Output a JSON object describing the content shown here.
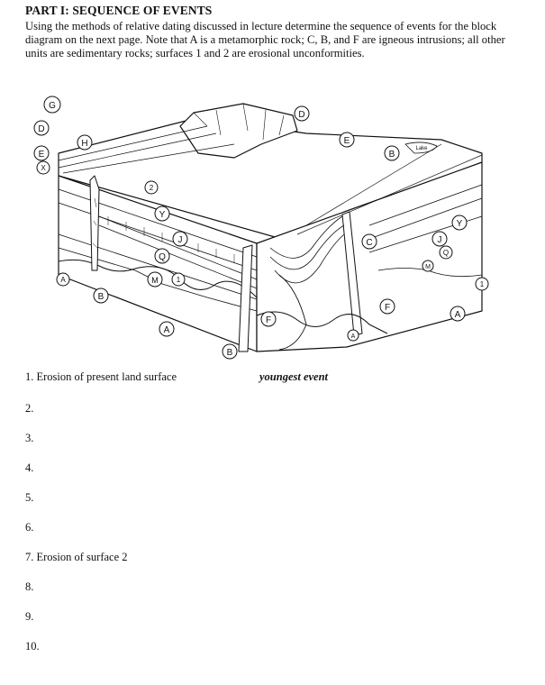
{
  "heading": "PART I: SEQUENCE OF EVENTS",
  "instructions": "Using the methods of relative dating discussed in lecture determine the sequence of events for the block diagram on the next page.  Note that A is a metamorphic rock; C, B, and F are igneous intrusions; all other units are sedimentary rocks; surfaces 1 and 2 are erosional unconformities.",
  "diagram_labels": {
    "G": "G",
    "D": "D",
    "E": "E",
    "X": "X",
    "H": "H",
    "two": "2",
    "Y": "Y",
    "J": "J",
    "Q": "Q",
    "M": "M",
    "one": "1",
    "A": "A",
    "B": "B",
    "F": "F",
    "C": "C",
    "lake": "Lake"
  },
  "events": [
    {
      "number": "1.",
      "text": "Erosion of present land surface"
    },
    {
      "number": "2.",
      "text": ""
    },
    {
      "number": "3.",
      "text": ""
    },
    {
      "number": "4.",
      "text": ""
    },
    {
      "number": "5.",
      "text": ""
    },
    {
      "number": "6.",
      "text": ""
    },
    {
      "number": "7.",
      "text": "Erosion of surface 2"
    },
    {
      "number": "8.",
      "text": ""
    },
    {
      "number": "9.",
      "text": ""
    },
    {
      "number": "10.",
      "text": ""
    }
  ],
  "youngest_label": "youngest event"
}
